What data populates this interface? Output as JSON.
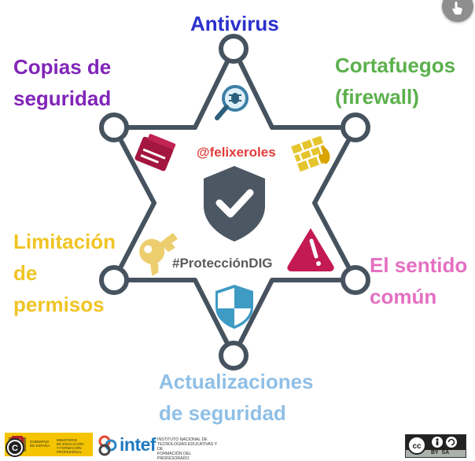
{
  "colors": {
    "star_stroke": "#46535f",
    "antivirus": "#2b31cc",
    "backups": "#8125b8",
    "firewall": "#5bb04c",
    "permissions": "#f0c424",
    "common_sense": "#e46fc2",
    "updates": "#8fbfe6",
    "handle": "#e23b3b",
    "hashtag": "#5a5a5a",
    "shield": "#4b5762"
  },
  "labels": {
    "antivirus": "Antivirus",
    "backups": "Copias de\nseguridad",
    "firewall": "Cortafuegos\n(firewall)",
    "permissions": "Limitación\nde\npermisos",
    "common_sense": "El sentido\ncomún",
    "updates": "Actualizaciones\nde seguridad"
  },
  "center": {
    "handle": "@felixeroles",
    "hashtag": "#ProtecciónDIG"
  },
  "icons": {
    "antivirus": "bug-magnifier-icon",
    "backups": "backup-stack-icon",
    "firewall": "brick-wall-fire-icon",
    "permissions": "broken-key-icon",
    "common_sense": "warning-triangle-icon",
    "updates": "shield-update-icon",
    "center": "shield-check-icon",
    "corner": "hand-pointer-icon"
  },
  "footer": {
    "gobierno": "GOBIERNO\nDE ESPAÑA",
    "ministerio": "MINISTERIO\nDE EDUCACIÓN\nY FORMACIÓN PROFESIONAL",
    "intef_brand": "intef",
    "intef_desc": "INSTITUTO NACIONAL DE\nTECNOLOGÍAS EDUCATIVAS Y DE\nFORMACIÓN DEL PROFESORADO",
    "license": "BY  SA"
  }
}
